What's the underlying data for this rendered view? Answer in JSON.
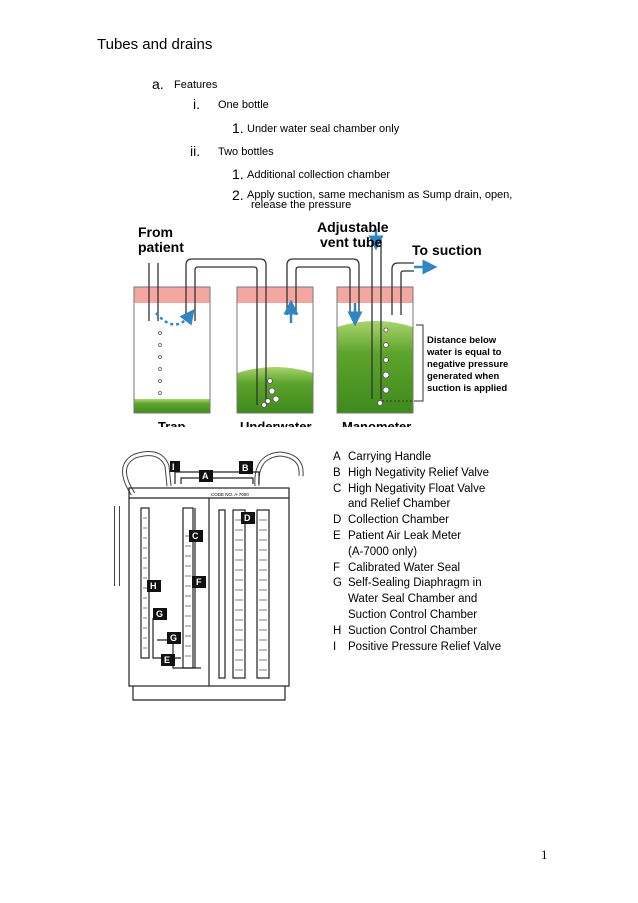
{
  "header": {
    "title": "Tubes and drains"
  },
  "outline": {
    "a_marker": "a.",
    "a_text": "Features",
    "i_marker": "i.",
    "i_text": "One bottle",
    "i_1_marker": "1.",
    "i_1_text": "Under water seal chamber only",
    "ii_marker": "ii.",
    "ii_text": "Two bottles",
    "ii_1_marker": "1.",
    "ii_1_text": "Additional collection chamber",
    "ii_2_marker": "2.",
    "ii_2_text_line1": "Apply suction, same mechanism as Sump drain, open,",
    "ii_2_text_line2": "release the pressure"
  },
  "figure1": {
    "from_patient_1": "From",
    "from_patient_2": "patient",
    "vent_1": "Adjustable",
    "vent_2": "vent tube",
    "to_suction": "To suction",
    "note_1": "Distance below",
    "note_2": "water is equal to",
    "note_3": "negative pressure",
    "note_4": "generated when",
    "note_5": "suction is applied",
    "cap_trap": "Trap",
    "cap_underwater": "Underwater",
    "cap_manometer": "Manometer",
    "colors": {
      "water": "#5ca42b",
      "water_top": "#a9d46e",
      "seal": "#f4a6a0",
      "arrow": "#2f86c3"
    }
  },
  "figure2": {
    "code_label": "CODE NO. A-7000",
    "tags": {
      "A": "A",
      "B": "B",
      "C": "C",
      "D": "D",
      "E": "E",
      "F": "F",
      "G1": "G",
      "G2": "G",
      "H": "H",
      "I": "I"
    }
  },
  "legend": [
    {
      "key": "A",
      "lines": [
        "Carrying Handle"
      ]
    },
    {
      "key": "B",
      "lines": [
        "High Negativity Relief Valve"
      ]
    },
    {
      "key": "C",
      "lines": [
        "High Negativity Float Valve",
        "and Relief Chamber"
      ]
    },
    {
      "key": "D",
      "lines": [
        "Collection Chamber"
      ]
    },
    {
      "key": "E",
      "lines": [
        "Patient Air Leak Meter",
        "(A-7000 only)"
      ]
    },
    {
      "key": "F",
      "lines": [
        "Calibrated Water Seal"
      ]
    },
    {
      "key": "G",
      "lines": [
        "Self-Sealing Diaphragm in",
        "Water Seal Chamber and",
        "Suction Control Chamber"
      ]
    },
    {
      "key": "H",
      "lines": [
        "Suction Control Chamber"
      ]
    },
    {
      "key": "I",
      "lines": [
        "Positive Pressure Relief Valve"
      ]
    }
  ],
  "footer": {
    "page_number": "1"
  }
}
